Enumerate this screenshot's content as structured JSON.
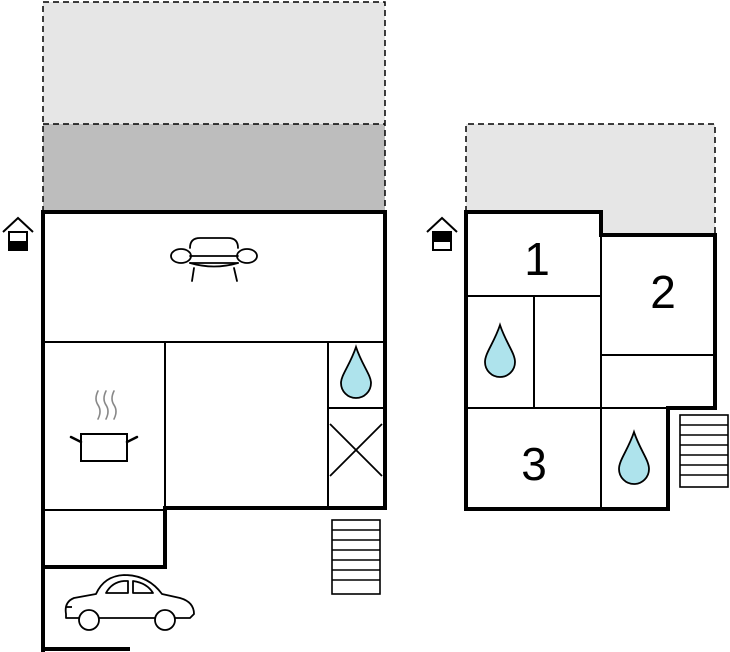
{
  "floors": [
    {
      "id": "ground-floor",
      "rooms": [
        {
          "id": "living-room",
          "icon": "sofa-icon"
        },
        {
          "id": "kitchen",
          "icon": "cooking-pot-icon"
        },
        {
          "id": "hall"
        },
        {
          "id": "bathroom",
          "icon": "water-drop-icon"
        },
        {
          "id": "storage",
          "icon": "x-mark-icon"
        },
        {
          "id": "annex"
        }
      ],
      "outdoor": [
        {
          "id": "terrace-covered",
          "shade": "dark"
        },
        {
          "id": "terrace-open",
          "shade": "light"
        },
        {
          "id": "parking",
          "icon": "car-icon"
        }
      ],
      "stairs": "stairs-icon",
      "floor_indicator": "house-floor-indicator-icon"
    },
    {
      "id": "upper-floor",
      "rooms": [
        {
          "id": "bedroom-1",
          "label": "1"
        },
        {
          "id": "bedroom-2",
          "label": "2"
        },
        {
          "id": "bedroom-3",
          "label": "3"
        },
        {
          "id": "bathroom-1",
          "icon": "water-drop-icon"
        },
        {
          "id": "bathroom-2",
          "icon": "water-drop-icon"
        }
      ],
      "outdoor": [
        {
          "id": "balcony",
          "shade": "light"
        }
      ],
      "stairs": "stairs-icon",
      "floor_indicator": "house-floor-indicator-icon"
    }
  ],
  "colors": {
    "wall": "#000000",
    "terrace_light": "#e6e6e6",
    "terrace_dark": "#bdbdbd",
    "water": "#aee3ec"
  }
}
